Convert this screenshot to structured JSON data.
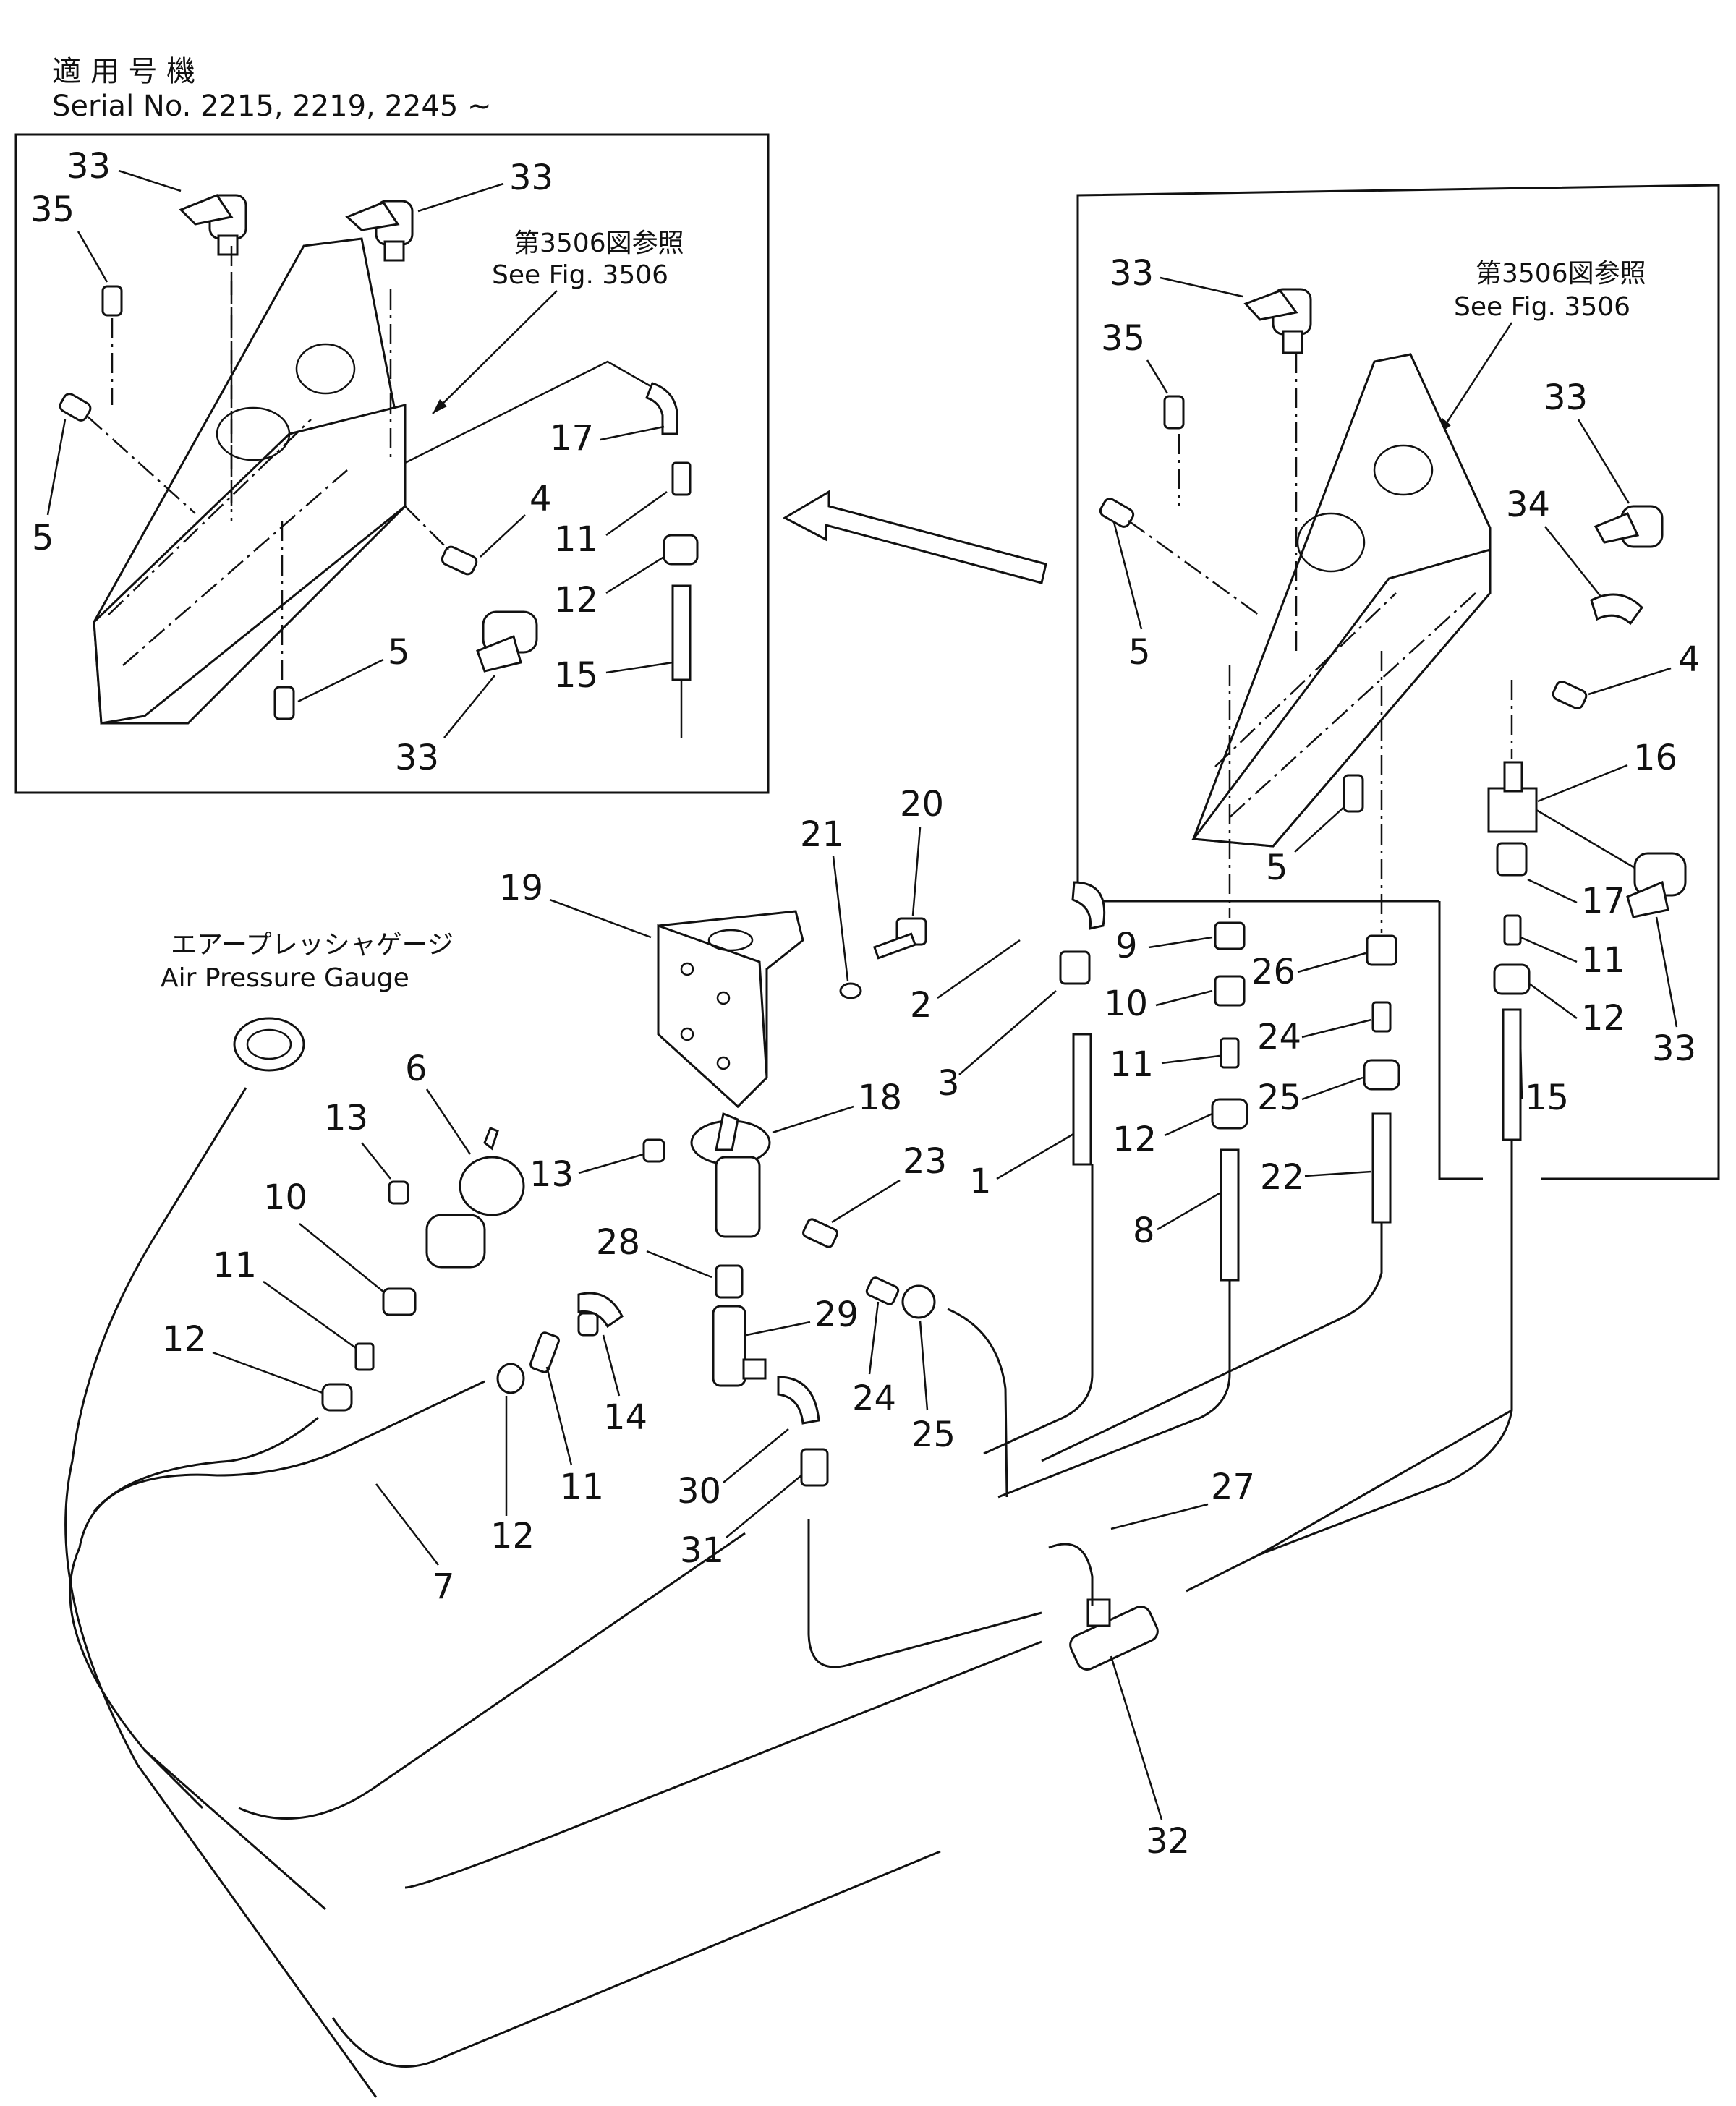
{
  "header": {
    "serial_jp": "適 用 号 機",
    "serial_en": "Serial No. 2215, 2219, 2245 ~"
  },
  "refs": {
    "see_fig_jp": "第3506図参照",
    "see_fig_en": "See Fig. 3506",
    "gauge_jp": "エアープレッシャゲージ",
    "gauge_en": "Air Pressure Gauge"
  },
  "callouts": {
    "c1": "1",
    "c2": "2",
    "c3": "3",
    "c4": "4",
    "c5": "5",
    "c6": "6",
    "c7": "7",
    "c8": "8",
    "c9": "9",
    "c10": "10",
    "c11": "11",
    "c12": "12",
    "c13": "13",
    "c14": "14",
    "c15": "15",
    "c16": "16",
    "c17": "17",
    "c18": "18",
    "c19": "19",
    "c20": "20",
    "c21": "21",
    "c22": "22",
    "c23": "23",
    "c24": "24",
    "c25": "25",
    "c26": "26",
    "c27": "27",
    "c28": "28",
    "c29": "29",
    "c30": "30",
    "c31": "31",
    "c32": "32",
    "c33": "33",
    "c34": "34",
    "c35": "35"
  }
}
